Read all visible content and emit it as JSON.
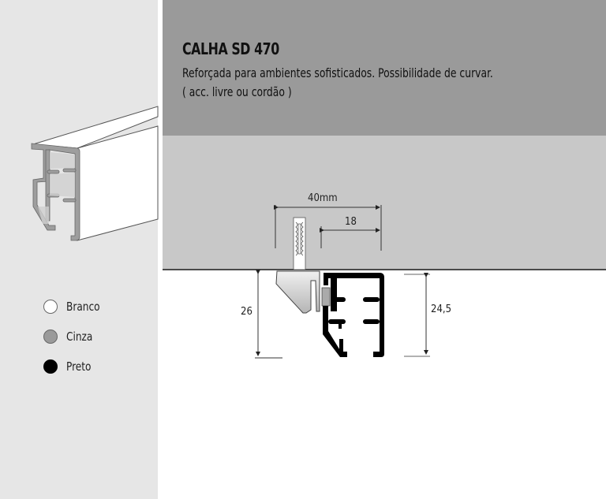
{
  "product": {
    "title": "CALHA SD 470",
    "description_line1": "Reforçada para ambientes sofisticados. Possibilidade de curvar.",
    "description_line2": "( acc. livre ou cordão )"
  },
  "colors": [
    {
      "label": "Branco",
      "hex": "#ffffff"
    },
    {
      "label": "Cinza",
      "hex": "#9a9a9a"
    },
    {
      "label": "Preto",
      "hex": "#000000"
    }
  ],
  "dimensions": {
    "total_width": "40mm",
    "offset_width": "18",
    "bracket_height": "26",
    "rail_height": "24,5"
  },
  "theme": {
    "header_bg": "#9a9a9a",
    "ceiling_bg": "#c8c8c8",
    "left_panel_bg": "#e6e6e6"
  }
}
